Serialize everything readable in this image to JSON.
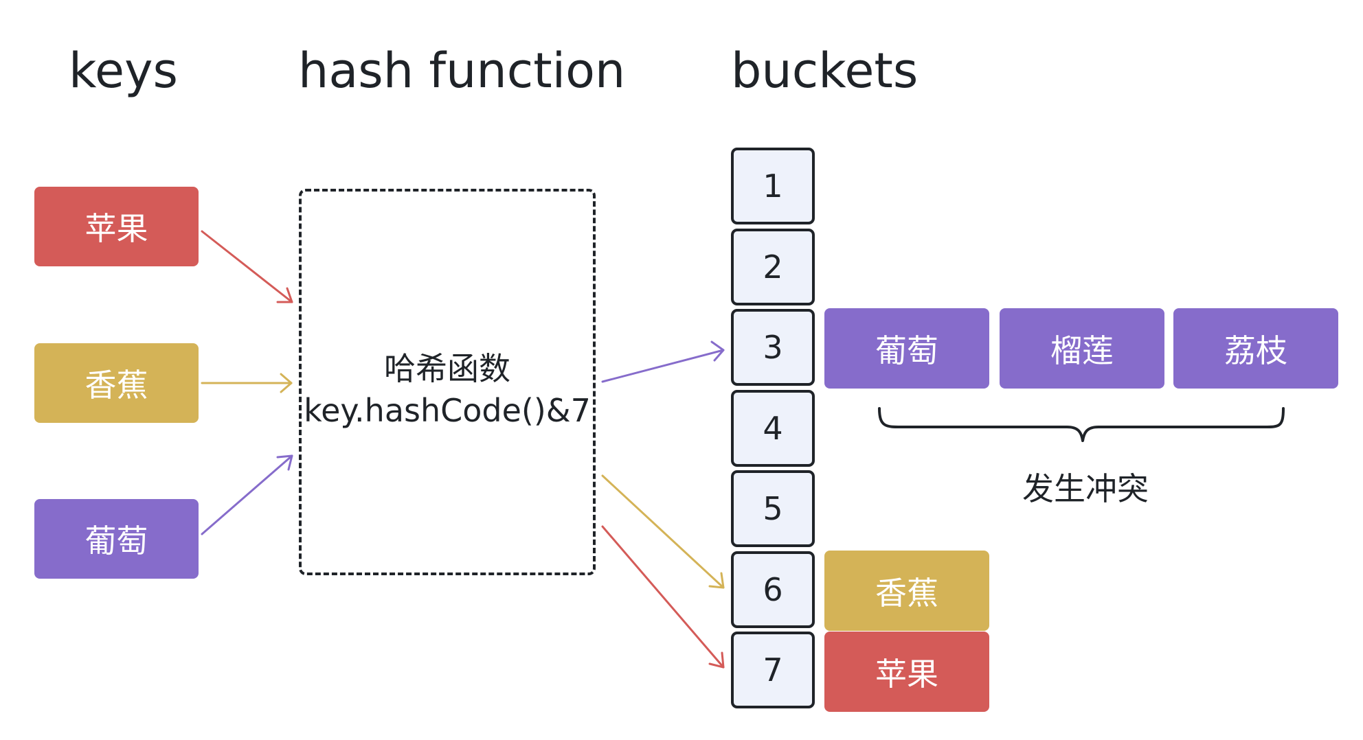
{
  "headings": {
    "keys": "keys",
    "hash_function": "hash function",
    "buckets": "buckets"
  },
  "keys": [
    {
      "label": "苹果",
      "color": "#d45b58"
    },
    {
      "label": "香蕉",
      "color": "#d4b357"
    },
    {
      "label": "葡萄",
      "color": "#866ccb"
    }
  ],
  "hash_function": {
    "line1": "哈希函数",
    "line2": "key.hashCode()&7"
  },
  "buckets": [
    "1",
    "2",
    "3",
    "4",
    "5",
    "6",
    "7"
  ],
  "bucket_entries": {
    "bucket_3": [
      {
        "label": "葡萄",
        "color": "#866ccb"
      },
      {
        "label": "榴莲",
        "color": "#866ccb"
      },
      {
        "label": "荔枝",
        "color": "#866ccb"
      }
    ],
    "bucket_6": [
      {
        "label": "香蕉",
        "color": "#d4b357"
      }
    ],
    "bucket_7": [
      {
        "label": "苹果",
        "color": "#d45b58"
      }
    ]
  },
  "collision_label": "发生冲突",
  "colors": {
    "red": "#d45b58",
    "yellow": "#d4b357",
    "purple": "#866ccb",
    "bucket_fill": "#eef2fb",
    "outline": "#1f2328"
  }
}
